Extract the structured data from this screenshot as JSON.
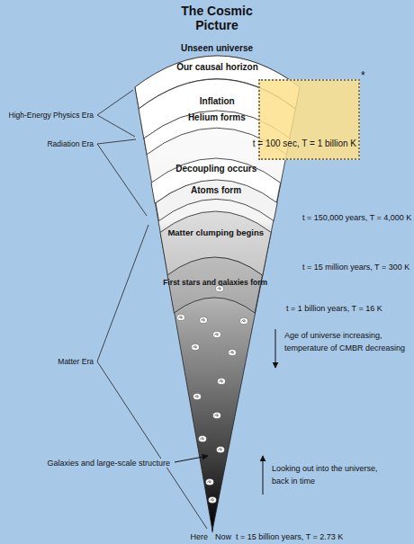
{
  "diagram": {
    "title": "The Cosmic Picture",
    "nodes": [
      {
        "text": [
          "Our causal horizon"
        ]
      },
      {
        "text": [
          "Inflation"
        ]
      },
      {
        "text": [
          "Helium forms"
        ]
      },
      {
        "text": [
          "t = 100 sec, T = 1 billion K"
        ]
      },
      {
        "text": [
          "Decoupling occurs"
        ]
      },
      {
        "text": [
          "Atoms form"
        ]
      },
      {
        "text": [
          "Matter clumping begins"
        ]
      },
      {
        "text": [
          "First stars and galaxies form"
        ]
      }
    ],
    "labels": [
      "Unseen universe",
      "*",
      "High-Energy Physics Era",
      "Radiation Era",
      "t = 150,000 years, T = 4,000 K",
      "t = 15 million years, T = 300 K",
      "t = 1 billion years, T = 16 K",
      "Age of universe increasing, temperature of CMBR decreasing",
      "Matter Era",
      "Galaxies and large-scale structure",
      "Looking out into the universe, back in time",
      "Here",
      "Now",
      "t = 15 billion years, T = 2.73 K"
    ]
  }
}
